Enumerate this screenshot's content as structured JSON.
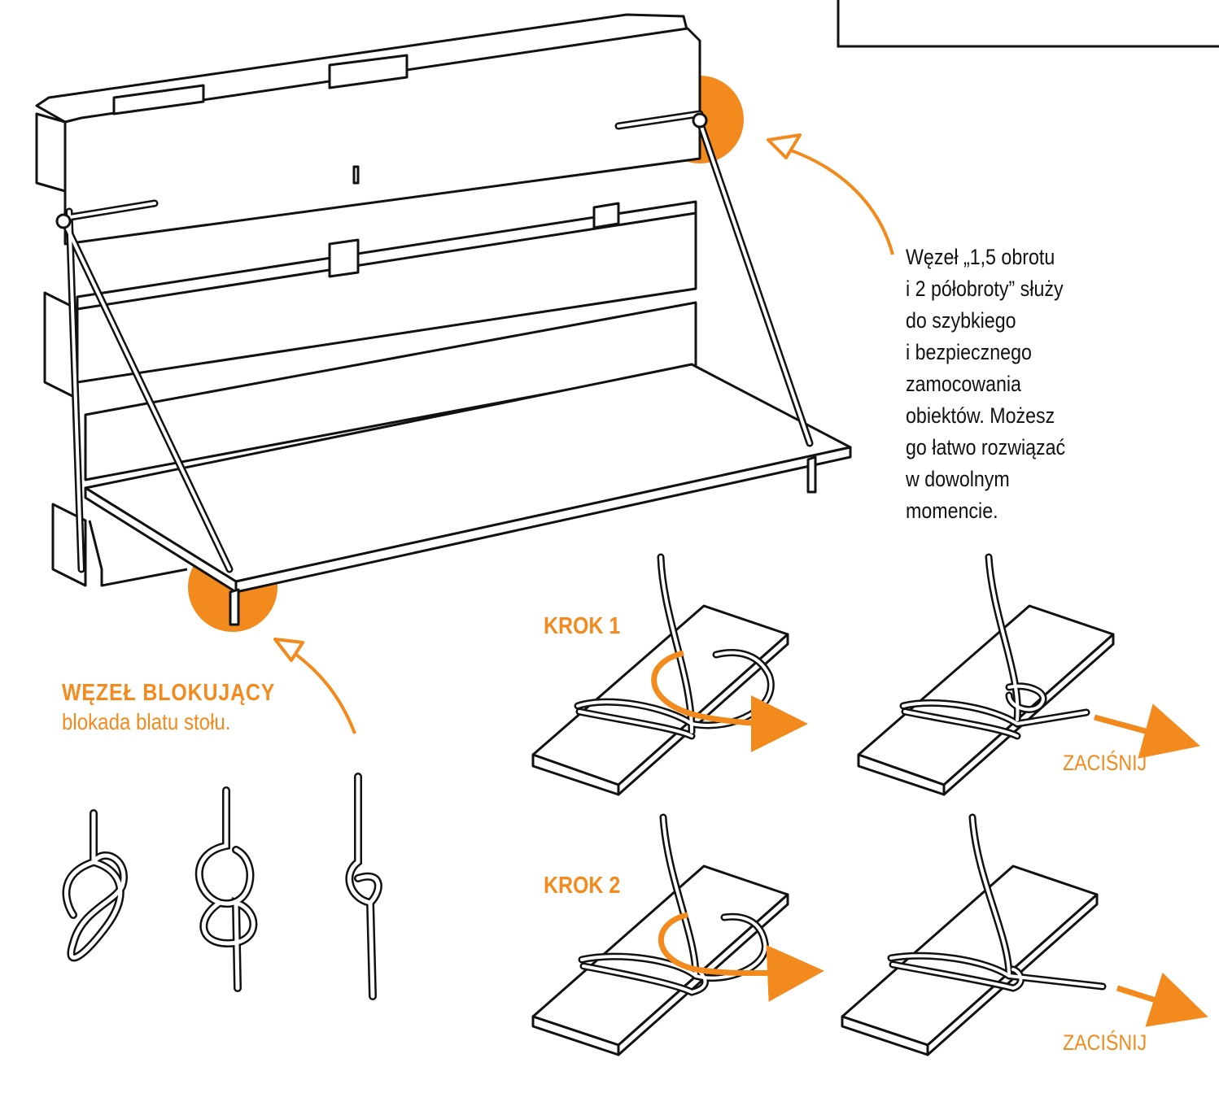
{
  "accent_color": "#f28a1e",
  "line_color": "#111111",
  "description": "Węzeł  „1,5 obrotu\ni 2 półobroty” służy\ndo szybkiego\ni bezpiecznego\nzamocowania\nobiektów. Możesz\ngo łatwo rozwiązać\nw dowolnym\nmomencie.",
  "blocking_knot": {
    "title": "WĘZEŁ BLOKUJĄCY",
    "subtitle": "blokada blatu stołu."
  },
  "steps": [
    {
      "label": "KROK 1",
      "action": "ZACIŚNIJ"
    },
    {
      "label": "KROK 2",
      "action": "ZACIŚNIJ"
    }
  ]
}
